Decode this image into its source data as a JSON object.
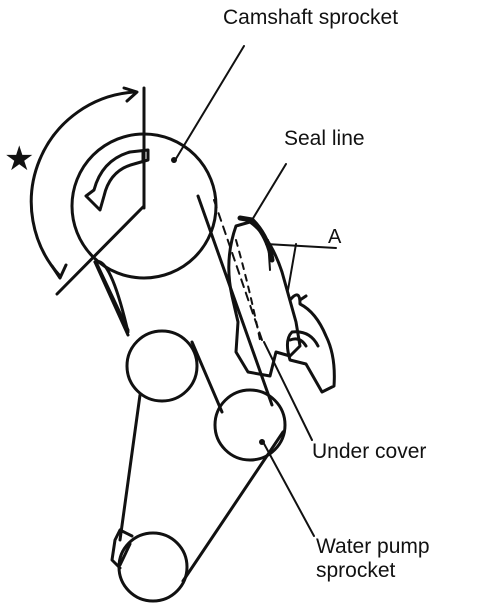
{
  "labels": {
    "camshaft_sprocket": "Camshaft sprocket",
    "seal_line": "Seal line",
    "dimension_a": "A",
    "under_cover": "Under cover",
    "water_pump_line1": "Water pump",
    "water_pump_line2": "sprocket",
    "star": "★"
  }
}
